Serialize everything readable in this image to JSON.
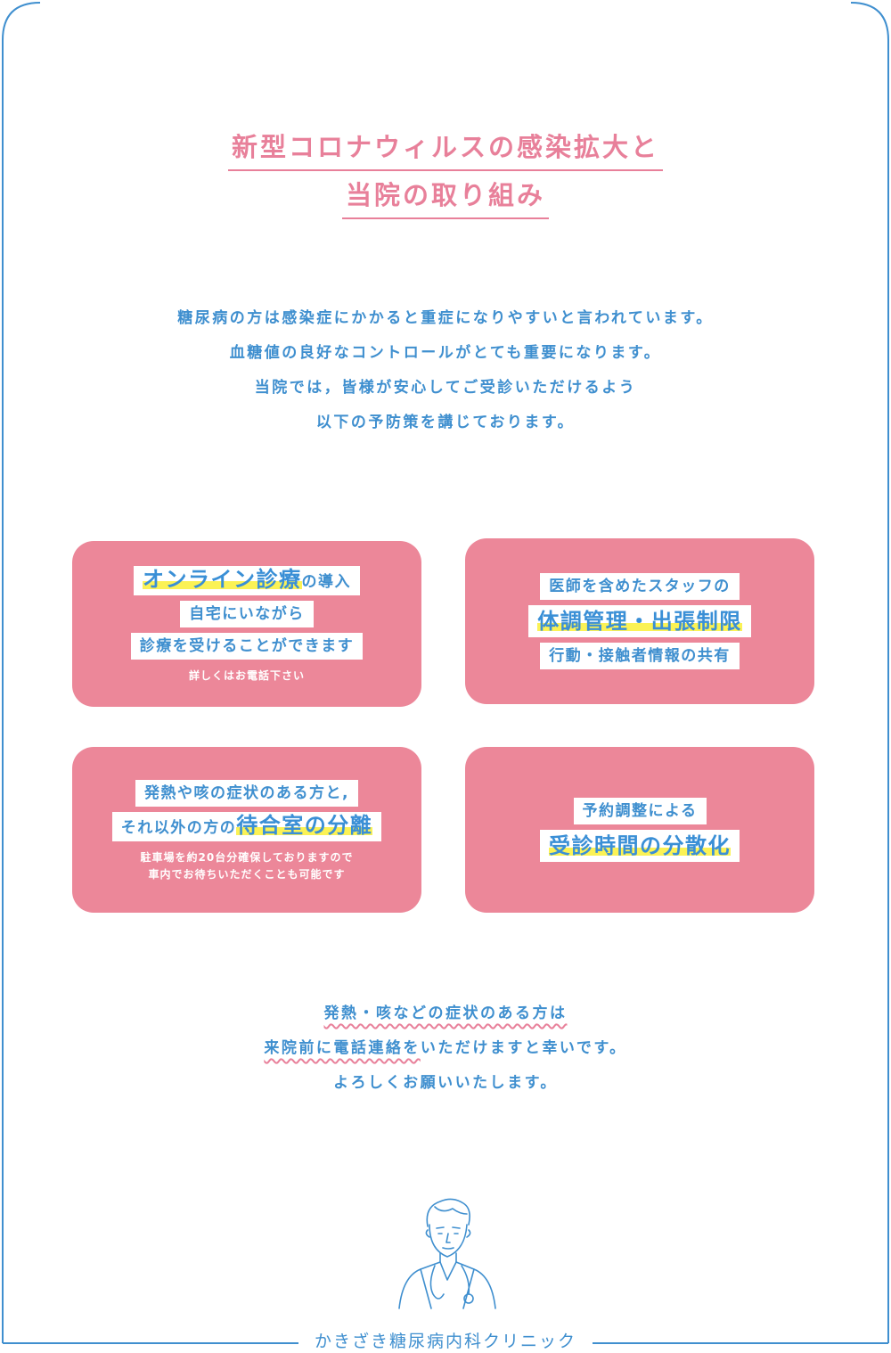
{
  "title": {
    "line1": "新型コロナウィルスの感染拡大と",
    "line2": "当院の取り組み"
  },
  "intro": [
    "糖尿病の方は感染症にかかると重症になりやすいと言われています。",
    "血糖値の良好なコントロールがとても重要になります。",
    "当院では，皆様が安心してご受診いただけるよう",
    "以下の予防策を講じております。"
  ],
  "cards": {
    "online": {
      "highlight": "オンライン診療",
      "suffix": "の導入",
      "line2": "自宅にいながら",
      "line3": "診療を受けることができます",
      "note": "詳しくはお電話下さい"
    },
    "staff": {
      "line1": "医師を含めたスタッフの",
      "highlight": "体調管理・出張制限",
      "line3": "行動・接触者情報の共有"
    },
    "separation": {
      "line1": "発熱や咳の症状のある方と,",
      "prefix": "それ以外の方の",
      "highlight": "待合室の分離",
      "note1": "駐車場を約20台分確保しておりますので",
      "note2": "車内でお待ちいただくことも可能です"
    },
    "reservation": {
      "line1": "予約調整による",
      "highlight": "受診時間の分散化"
    }
  },
  "closing": {
    "line1": "発熱・咳などの症状のある方は",
    "line2_underlined": "来院前に電話連絡を",
    "line2_rest": "いただけますと幸いです。",
    "line3": "よろしくお願いいたします。"
  },
  "footer": {
    "clinic_name": "かきざき糖尿病内科クリニック"
  },
  "colors": {
    "frame": "#3f8fcf",
    "title_pink": "#e8809a",
    "card_pink": "#ec8799",
    "text_blue": "#3f8fcf",
    "highlight_yellow": "#fbf255"
  }
}
